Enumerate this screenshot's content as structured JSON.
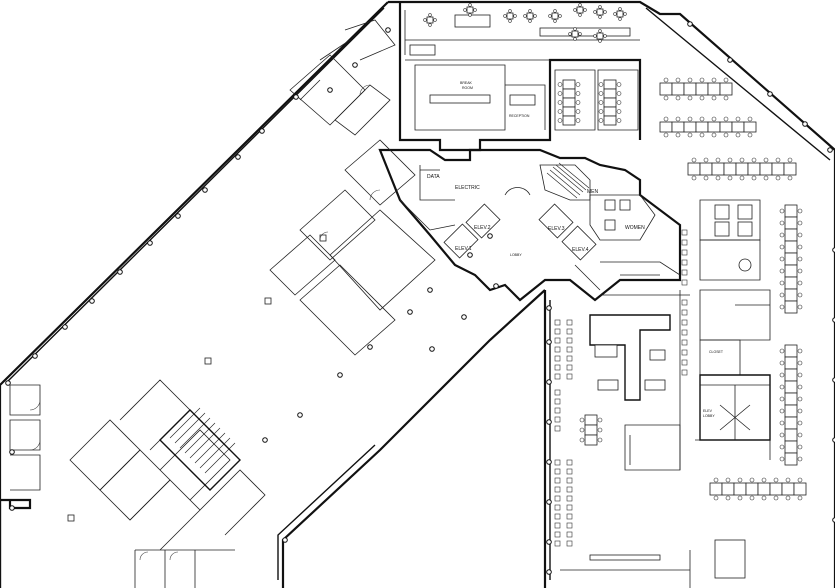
{
  "labels": {
    "data": "DATA",
    "electric": "ELECTRIC",
    "elev1": "ELEV.1",
    "elev2": "ELEV.2",
    "elev3": "ELEV.3",
    "elev4": "ELEV.4",
    "men": "MEN",
    "women": "WOMEN",
    "lobby": "LOBBY",
    "break_room_1": "BREAK",
    "break_room_2": "ROOM",
    "reception": "RECEPTION",
    "closet": "CLOSET",
    "elev_lobby_1": "ELEV",
    "elev_lobby_2": "LOBBY"
  }
}
